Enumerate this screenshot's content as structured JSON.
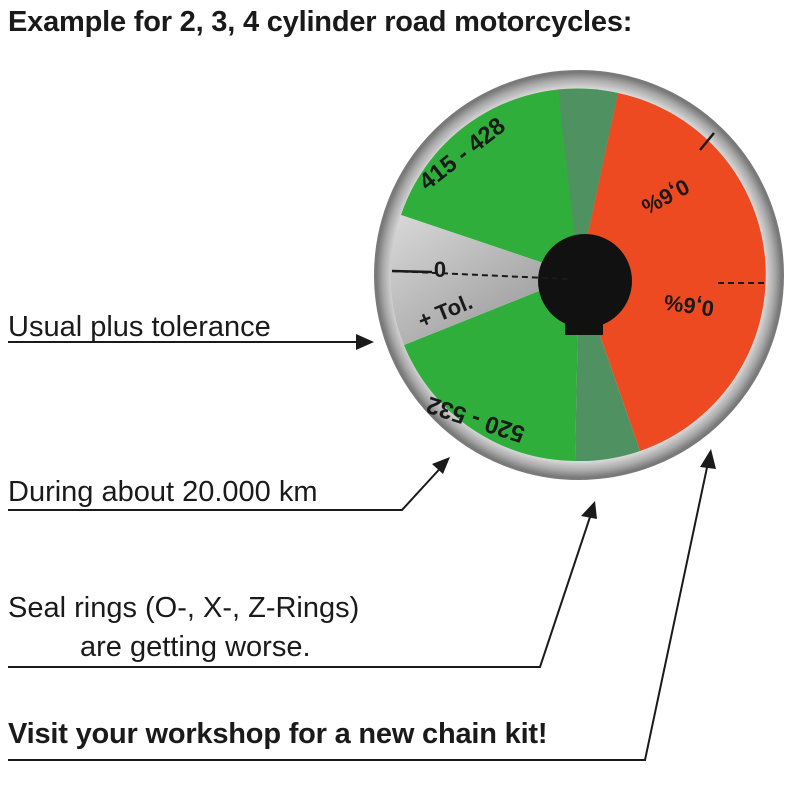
{
  "title": "Example for 2, 3, 4 cylinder road motorcycles:",
  "annotations": {
    "usual_tolerance": "Usual plus tolerance",
    "during_km": "During about 20.000 km",
    "seal_rings_line1": "Seal rings (O-, X-, Z-Rings)",
    "seal_rings_line2": "are getting worse.",
    "visit_workshop": "Visit your workshop for a new chain kit!"
  },
  "gauge": {
    "labels": {
      "top_range": "415 - 428",
      "bottom_range": "520 - 532",
      "zero": "0",
      "tolerance": "+ Tol.",
      "percent_upper": "0,6%",
      "percent_lower": "0,6%"
    },
    "colors": {
      "green": "#2fae3c",
      "dark_green": "#4d8f5a",
      "red": "#ee4a22",
      "silver": "#b6b6b6",
      "center": "#111111",
      "rim": "#c4c4c4"
    }
  }
}
